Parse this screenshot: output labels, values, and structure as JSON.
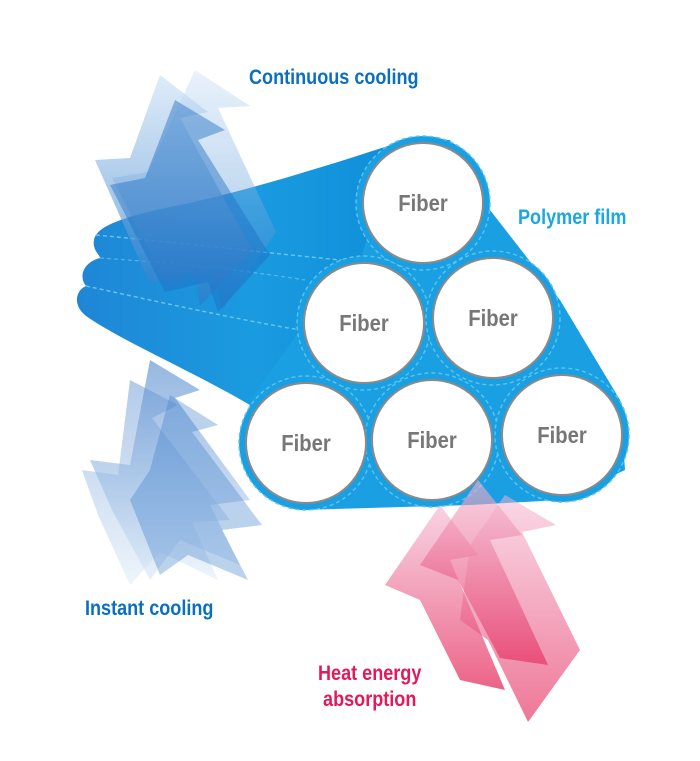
{
  "labels": {
    "continuous_cooling": "Continuous cooling",
    "polymer_film": "Polymer film",
    "instant_cooling": "Instant cooling",
    "heat_line1": "Heat energy",
    "heat_line2": "absorption"
  },
  "fibers": [
    {
      "label": "Fiber"
    },
    {
      "label": "Fiber"
    },
    {
      "label": "Fiber"
    },
    {
      "label": "Fiber"
    },
    {
      "label": "Fiber"
    },
    {
      "label": "Fiber"
    }
  ],
  "colors": {
    "cooling_blue": "#0a6fc0",
    "film_cyan": "#1aa8e0",
    "heat_pink": "#e3195a",
    "fiber_text": "#777777",
    "fiber_stroke": "#8a8a8a",
    "film_dash": "#5cc3ea"
  },
  "icons": {
    "cool_arrows": "double-headed-arrow",
    "heat_arrows": "up-arrow"
  }
}
